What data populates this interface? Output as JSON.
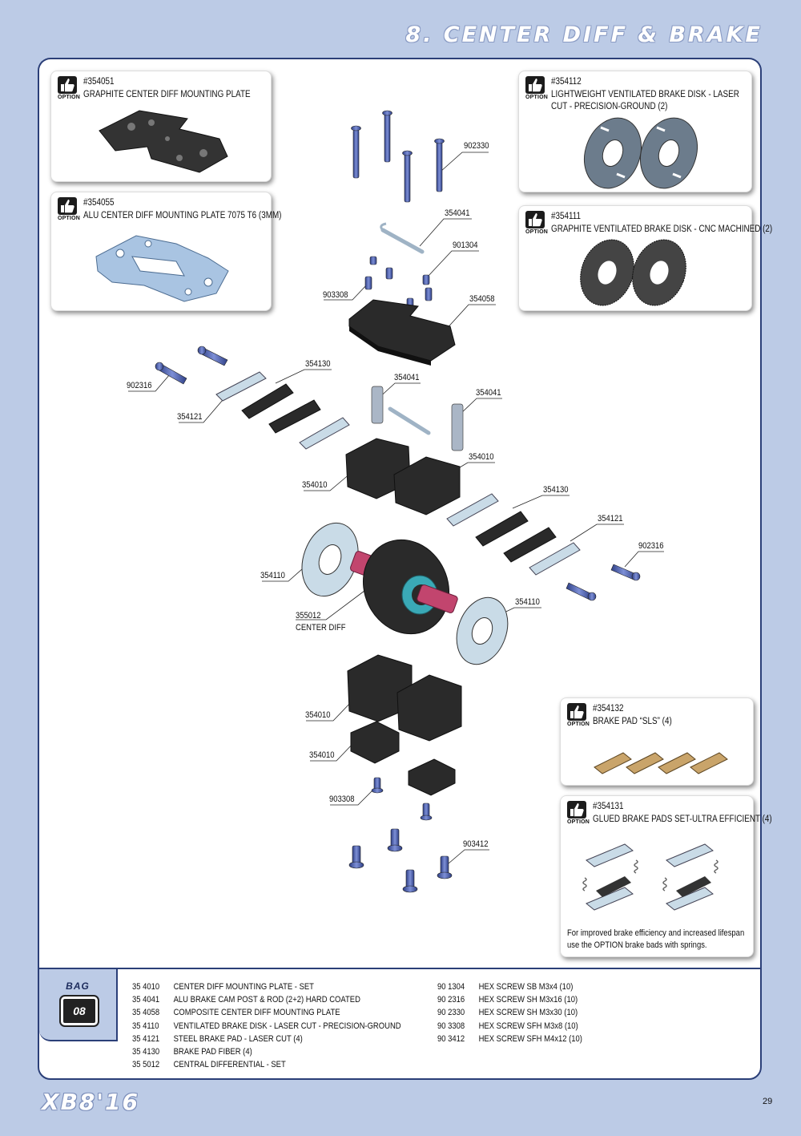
{
  "header": {
    "title": "8. CENTER DIFF & BRAKE"
  },
  "option_label": "OPTION",
  "options": [
    {
      "id": "opt-354051",
      "number": "#354051",
      "name": [
        "GRAPHITE CENTER DIFF MOUNTING PLATE"
      ]
    },
    {
      "id": "opt-354055",
      "number": "#354055",
      "name": [
        "ALU CENTER DIFF MOUNTING PLATE 7075 T6 (3MM)"
      ]
    },
    {
      "id": "opt-354112",
      "number": "#354112",
      "name": [
        "LIGHTWEIGHT VENTILATED BRAKE DISK - LASER",
        "CUT - PRECISION-GROUND (2)"
      ]
    },
    {
      "id": "opt-354111",
      "number": "#354111",
      "name": [
        "GRAPHITE VENTILATED BRAKE DISK - CNC MACHINED (2)"
      ]
    },
    {
      "id": "opt-354132",
      "number": "#354132",
      "name": [
        "BRAKE PAD “SLS” (4)"
      ]
    },
    {
      "id": "opt-354131",
      "number": "#354131",
      "name": [
        "GLUED BRAKE PADS SET-ULTRA EFFICIENT (4)"
      ],
      "note": "For improved brake efficiency and increased lifespan use the OPTION brake bads with springs."
    }
  ],
  "callouts": [
    {
      "text": "902330"
    },
    {
      "text": "354041"
    },
    {
      "text": "901304"
    },
    {
      "text": "903308"
    },
    {
      "text": "354058"
    },
    {
      "text": "354130"
    },
    {
      "text": "902316"
    },
    {
      "text": "354121"
    },
    {
      "text": "354041"
    },
    {
      "text": "354041"
    },
    {
      "text": "354010"
    },
    {
      "text": "354010"
    },
    {
      "text": "354130"
    },
    {
      "text": "354121"
    },
    {
      "text": "902316"
    },
    {
      "text": "354110"
    },
    {
      "text": "355012"
    },
    {
      "text": "CENTER DIFF"
    },
    {
      "text": "354110"
    },
    {
      "text": "354010"
    },
    {
      "text": "354010"
    },
    {
      "text": "903308"
    },
    {
      "text": "903412"
    }
  ],
  "bag": {
    "label": "BAG",
    "number": "08"
  },
  "parts_left": [
    {
      "code": "35 4010",
      "desc": "CENTER DIFF MOUNTING PLATE - SET"
    },
    {
      "code": "35 4041",
      "desc": "ALU BRAKE CAM POST & ROD (2+2) HARD COATED"
    },
    {
      "code": "35 4058",
      "desc": "COMPOSITE CENTER DIFF MOUNTING PLATE"
    },
    {
      "code": "35 4110",
      "desc": "VENTILATED BRAKE DISK - LASER CUT - PRECISION-GROUND"
    },
    {
      "code": "35 4121",
      "desc": "STEEL BRAKE PAD - LASER CUT (4)"
    },
    {
      "code": "35 4130",
      "desc": "BRAKE PAD FIBER (4)"
    },
    {
      "code": "35 5012",
      "desc": "CENTRAL DIFFERENTIAL - SET"
    }
  ],
  "parts_right": [
    {
      "code": "90 1304",
      "desc": "HEX SCREW  SB M3x4  (10)"
    },
    {
      "code": "90 2316",
      "desc": "HEX SCREW  SH M3x16  (10)"
    },
    {
      "code": "90 2330",
      "desc": "HEX SCREW  SH M3x30  (10)"
    },
    {
      "code": "90 3308",
      "desc": "HEX SCREW  SFH M3x8  (10)"
    },
    {
      "code": "90 3412",
      "desc": "HEX SCREW  SFH M4x12  (10)"
    }
  ],
  "footer": {
    "brand": "XB8'16",
    "page_number": "29"
  },
  "colors": {
    "page_bg": "#bccbe6",
    "frame": "#2b3f78",
    "screw": "#4b5fae",
    "plastic": "#2a2a2a",
    "steel": "#c9dbe7",
    "gear_hub": "#c2456e"
  }
}
